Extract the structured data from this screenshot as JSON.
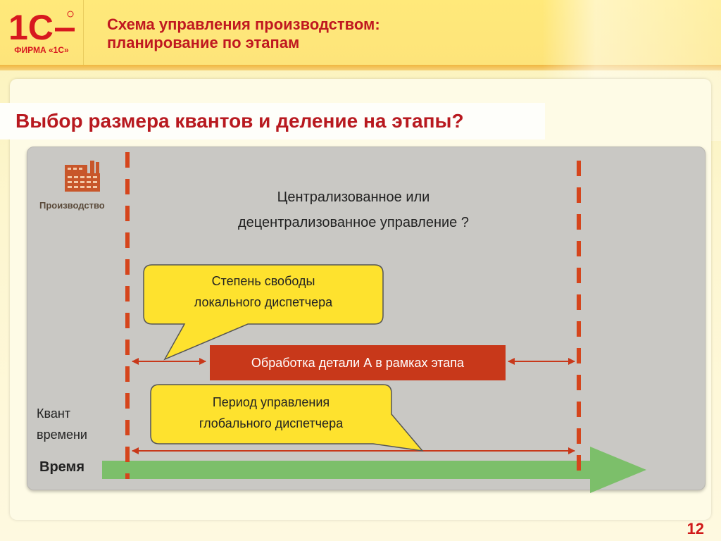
{
  "header": {
    "logo_text": "1С",
    "logo_caption": "ФИРМА «1С»",
    "title_line1": "Схема управления производством:",
    "title_line2": "планирование по этапам"
  },
  "section_title": "Выбор размера квантов и деление на этапы?",
  "diagram": {
    "production_label": "Производство",
    "question_line1": "Централизованное или",
    "question_line2": "децентрализованное управление ?",
    "callout_local_line1": "Степень свободы",
    "callout_local_line2": "локального диспетчера",
    "process_label": "Обработка детали А в рамках этапа",
    "callout_global_line1": "Период управления",
    "callout_global_line2": "глобального диспетчера",
    "quantum_line1": "Квант",
    "quantum_line2": "времени",
    "time_label": "Время"
  },
  "page_number": "12",
  "colors": {
    "brand_red": "#c8381a",
    "callout_yellow": "#fee22e",
    "time_arrow_green": "#7cbf6a",
    "dashed_line": "#d5451c"
  }
}
